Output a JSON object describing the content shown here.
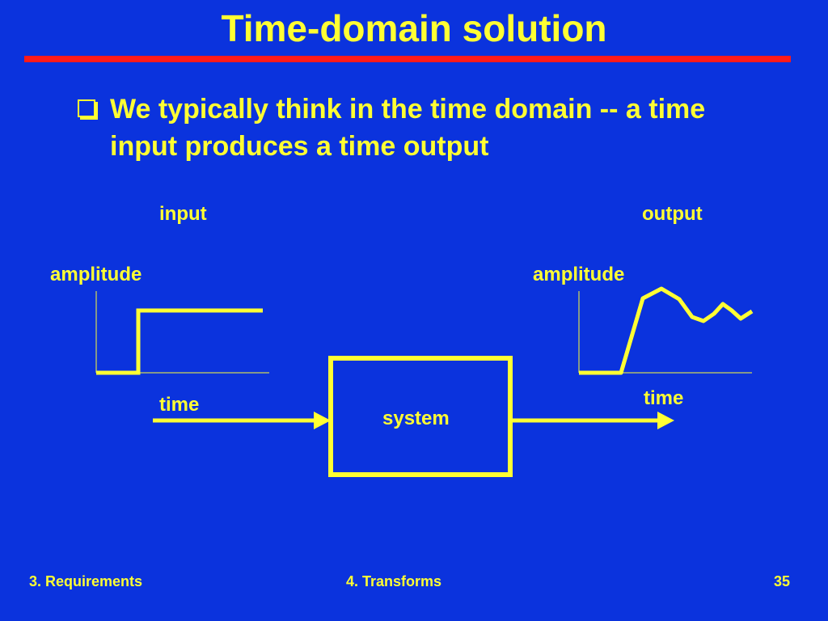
{
  "slide": {
    "title": "Time-domain solution",
    "bullet": "We typically think in the time domain -- a time input produces a time output"
  },
  "diagram": {
    "input_label": "input",
    "output_label": "output",
    "input_y_label": "amplitude",
    "output_y_label": "amplitude",
    "input_x_label": "time",
    "output_x_label": "time",
    "system_label": "system"
  },
  "footer": {
    "left": "3. Requirements",
    "center": "4. Transforms",
    "page": "35"
  },
  "colors": {
    "background": "#0b33dd",
    "text": "#ffff33",
    "rule": "#ff1a1a"
  }
}
